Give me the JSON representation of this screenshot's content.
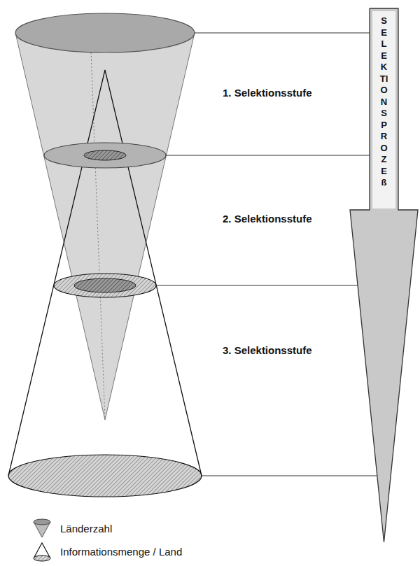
{
  "diagram": {
    "nodes": [
      {
        "text": [
          "SELEKTIONSPROZEß"
        ]
      }
    ],
    "labels": [
      "1. Selektionsstufe",
      "2. Selektionsstufe",
      "3. Selektionsstufe"
    ],
    "legend": [
      {
        "text": "Länderzahl"
      },
      {
        "text": "Informationsmenge / Land"
      }
    ]
  }
}
